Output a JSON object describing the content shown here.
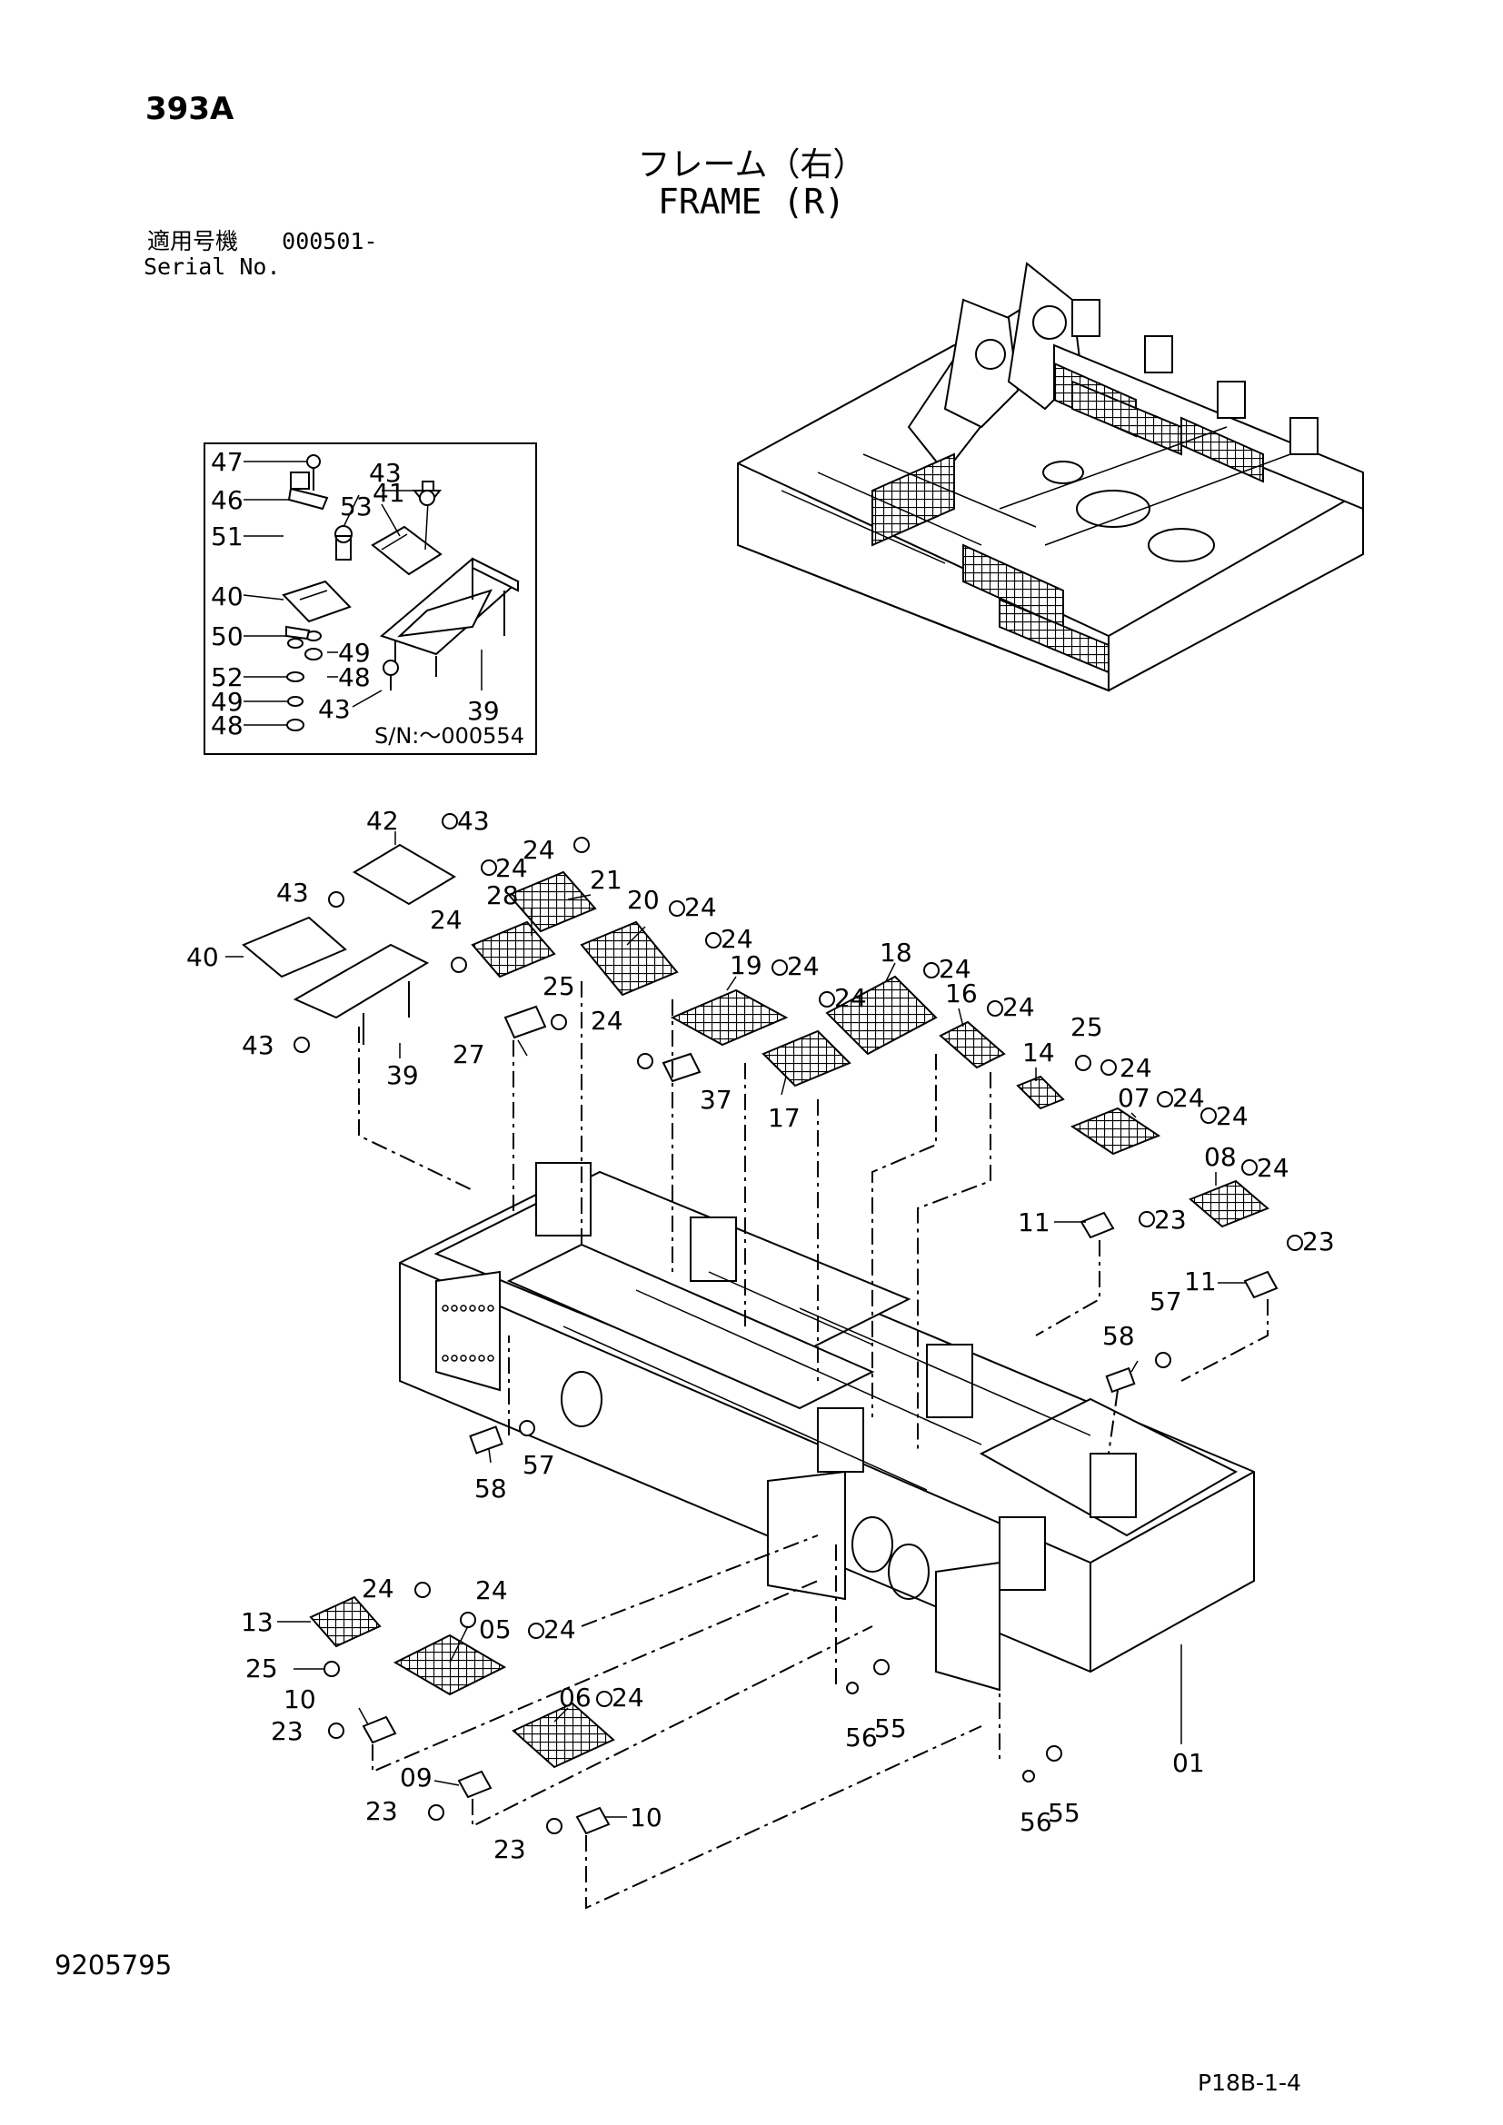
{
  "header": {
    "page_code": "393A",
    "title_jp": "フレーム（右）",
    "title_en": "FRAME (R)",
    "serial_label_jp": "適用号機",
    "serial_range": "000501-",
    "serial_label_en": "Serial No."
  },
  "inset": {
    "serial_note": "S/N:～000554"
  },
  "footer": {
    "doc_number": "9205795",
    "page_ref": "P18B-1-4"
  },
  "labels": {
    "inset": {
      "l47": "47",
      "l46": "46",
      "l51": "51",
      "l40": "40",
      "l50": "50",
      "l52": "52",
      "l49a": "49",
      "l48a": "48",
      "l43a": "43",
      "l53": "53",
      "l41": "41",
      "l49b": "49",
      "l48b": "48",
      "l43b": "43",
      "l39": "39"
    },
    "main": {
      "p42": "42",
      "p43a": "43",
      "p43b": "43",
      "p40": "40",
      "p43c": "43",
      "p39": "39",
      "p24a": "24",
      "p24b": "24",
      "p28": "28",
      "p21": "21",
      "p20": "20",
      "p24c": "24",
      "p24d": "24",
      "p24e": "24",
      "p19": "19",
      "p24f": "24",
      "p24g": "24",
      "p18": "18",
      "p24h": "24",
      "p16": "16",
      "p24i": "24",
      "p25a": "25",
      "p27": "27",
      "p24j": "24",
      "p37": "37",
      "p17": "17",
      "p25b": "25",
      "p14": "14",
      "p24k": "24",
      "p07": "07",
      "p24l": "24",
      "p24m": "24",
      "p08": "08",
      "p24n": "24",
      "p11a": "11",
      "p23a": "23",
      "p23b": "23",
      "p11b": "11",
      "p57a": "57",
      "p58a": "58",
      "p58b": "58",
      "p57b": "57",
      "p24o": "24",
      "p24p": "24",
      "p13": "13",
      "p05": "05",
      "p24q": "24",
      "p25c": "25",
      "p06": "06",
      "p24r": "24",
      "p10a": "10",
      "p23c": "23",
      "p09": "09",
      "p23d": "23",
      "p23e": "23",
      "p10b": "10",
      "p56a": "56",
      "p55a": "55",
      "p56b": "56",
      "p55b": "55",
      "p01": "01"
    }
  }
}
